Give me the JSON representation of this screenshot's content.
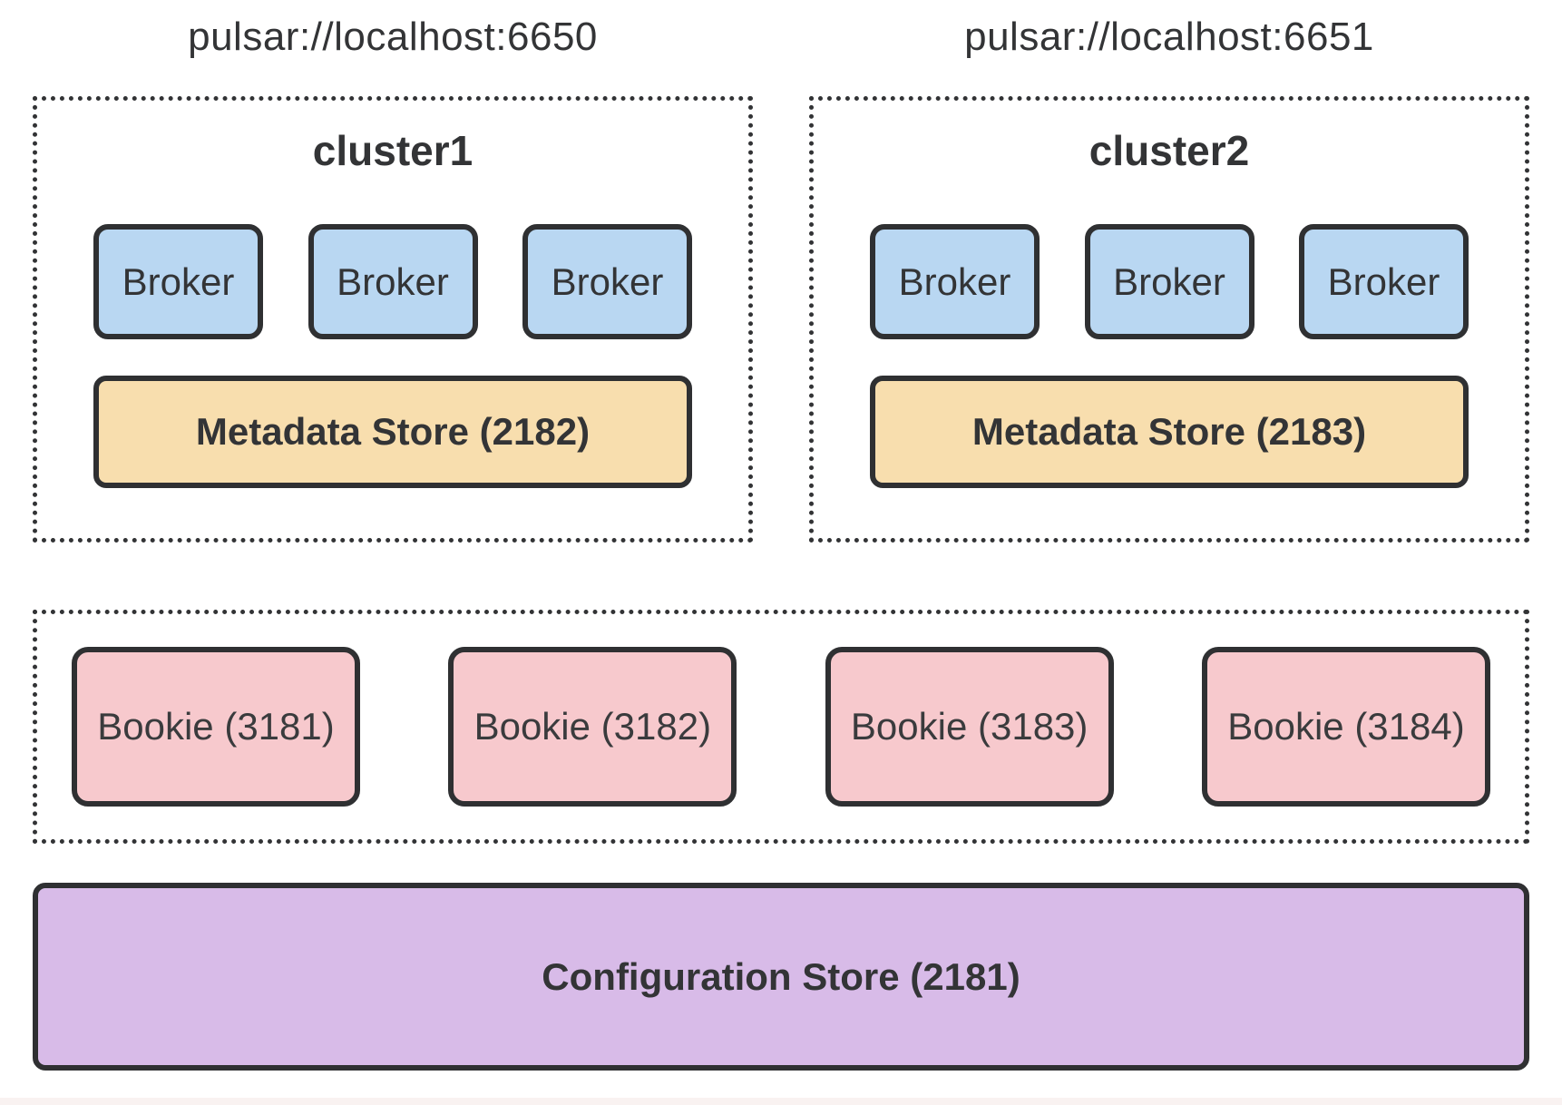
{
  "clusters": [
    {
      "endpoint": "pulsar://localhost:6650",
      "name": "cluster1",
      "brokers": [
        "Broker",
        "Broker",
        "Broker"
      ],
      "metadata_store": "Metadata Store (2182)"
    },
    {
      "endpoint": "pulsar://localhost:6651",
      "name": "cluster2",
      "brokers": [
        "Broker",
        "Broker",
        "Broker"
      ],
      "metadata_store": "Metadata Store (2183)"
    }
  ],
  "bookies": [
    "Bookie (3181)",
    "Bookie (3182)",
    "Bookie (3183)",
    "Bookie (3184)"
  ],
  "configuration_store": "Configuration Store (2181)",
  "colors": {
    "broker_fill": "#b9d7f2",
    "metadata_store_fill": "#f8deae",
    "bookie_fill": "#f7c9cd",
    "configuration_store_fill": "#d8bbe8",
    "outline": "#2f3032",
    "dotted_outline": "#323335",
    "text": "#333436",
    "background": "#ffffff"
  }
}
